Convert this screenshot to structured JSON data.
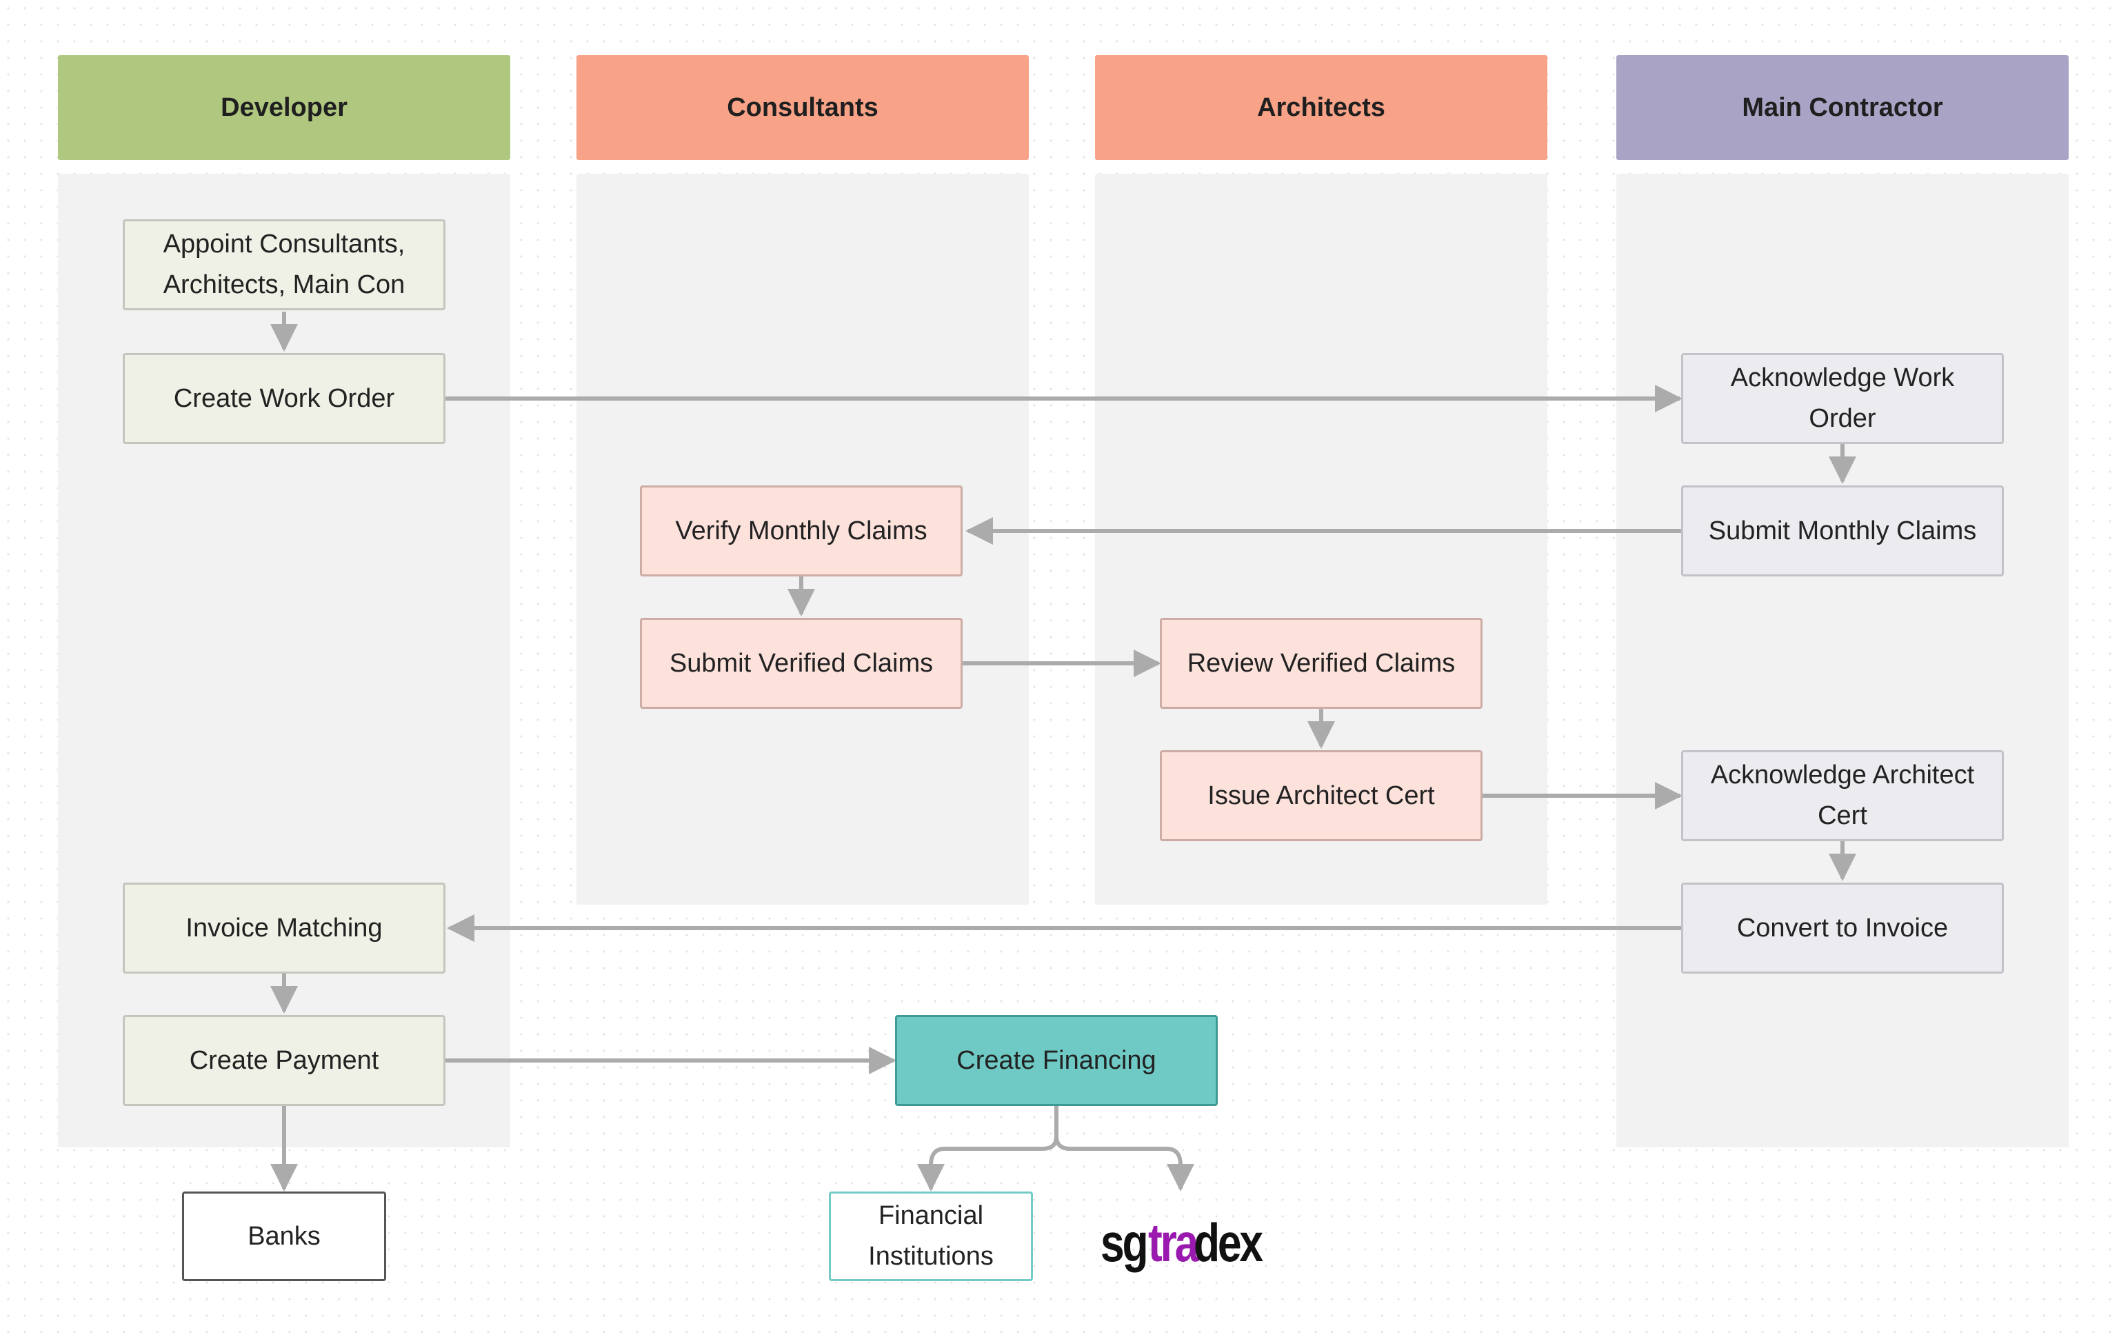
{
  "lanes": {
    "developer": "Developer",
    "consultants": "Consultants",
    "architects": "Architects",
    "main_contractor": "Main Contractor"
  },
  "nodes": {
    "appoint": "Appoint Consultants, Architects, Main Con",
    "create_work_order": "Create Work Order",
    "ack_work_order": "Acknowledge Work Order",
    "submit_monthly": "Submit Monthly Claims",
    "verify_monthly": "Verify Monthly Claims",
    "submit_verified": "Submit Verified Claims",
    "review_verified": "Review Verified Claims",
    "issue_cert": "Issue Architect Cert",
    "ack_cert": "Acknowledge Architect Cert",
    "convert_invoice": "Convert to Invoice",
    "invoice_matching": "Invoice Matching",
    "create_payment": "Create Payment",
    "create_financing": "Create Financing",
    "banks": "Banks",
    "financial_institutions": "Financial Institutions"
  },
  "logo": {
    "text_sg": "sg",
    "text_tra": "tra",
    "text_dex": "dex"
  },
  "colors": {
    "developer_header": "#b0c77f",
    "consultants_header": "#f8a387",
    "architects_header": "#f8a387",
    "main_contractor_header": "#a9a4c5",
    "connector": "#ababab",
    "logo_accent": "#9a1ab0"
  }
}
